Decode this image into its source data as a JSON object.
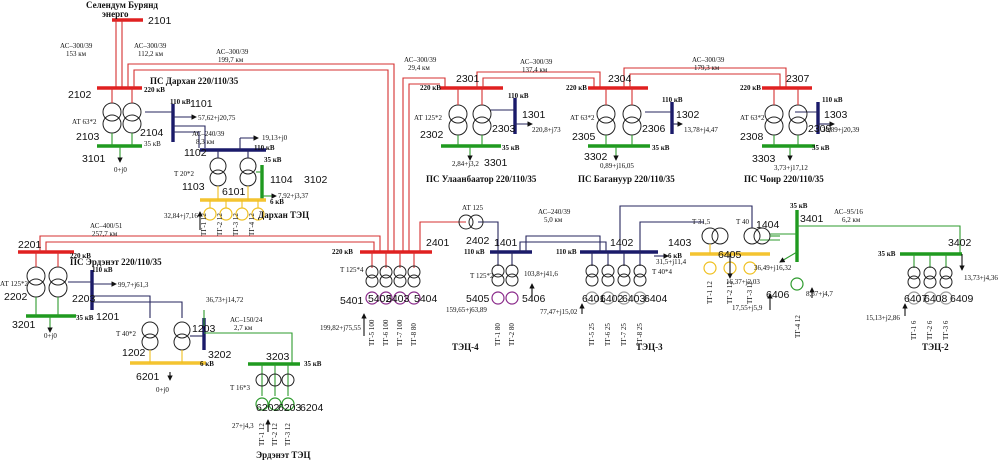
{
  "sources": {
    "selendum": "Селендум Бурянд\nэнерго",
    "selendum_line1": "Селендум Бурянд",
    "selendum_line2": "энерго"
  },
  "nodes": {
    "n2101": "2101",
    "n2102": "2102",
    "n2103": "2103",
    "n2104": "2104",
    "n1101": "1101",
    "n1102": "1102",
    "n1103": "1103",
    "n6101": "6101",
    "n1104": "1104",
    "n3101": "3101",
    "n3102": "3102",
    "n2201": "2201",
    "n2202": "2202",
    "n2203": "2203",
    "n3201": "3201",
    "n1201": "1201",
    "n1202": "1202",
    "n1203": "1203",
    "n3202": "3202",
    "n3203": "3203",
    "n6201": "6201",
    "n6202": "6202",
    "n6203": "6203",
    "n6204": "6204",
    "n2301": "2301",
    "n2302": "2302",
    "n2303": "2303",
    "n1301": "1301",
    "n3301": "3301",
    "n2304": "2304",
    "n2305": "2305",
    "n2306": "2306",
    "n1302": "1302",
    "n3302": "3302",
    "n2307": "2307",
    "n2308": "2308",
    "n2309": "2309",
    "n1303": "1303",
    "n3303": "3303",
    "n2401": "2401",
    "n2402": "2402",
    "n5401": "5401",
    "n5402": "5402",
    "n5403": "5403",
    "n5404": "5404",
    "n1401": "1401",
    "n5405": "5405",
    "n5406": "5406",
    "n1402": "1402",
    "n6401": "6401",
    "n6402": "6402",
    "n6403": "6403",
    "n6404": "6404",
    "n1403": "1403",
    "n6405": "6405",
    "n1404": "1404",
    "n6406": "6406",
    "n3401": "3401",
    "n3402": "3402",
    "n6407": "6407",
    "n6408": "6408",
    "n6409": "6409"
  },
  "stations": {
    "darkhan_ps": "ПС Дархан 220/110/35",
    "darkhan_tec": "Дархан ТЭЦ",
    "erdenet_ps": "ПС Эрдэнэт 220/110/35",
    "erdenet_tec": "Эрдэнэт ТЭЦ",
    "ulaanbaatar_ps": "ПС Улаанбаатор 220/110/35",
    "baganuur_ps": "ПС Багануур 220/110/35",
    "choir_ps": "ПС Чоир 220/110/35",
    "tec4": "ТЭЦ-4",
    "tec3": "ТЭЦ-3",
    "tec2": "ТЭЦ-2"
  },
  "voltages": {
    "kv220": "220 кВ",
    "kv110": "110 кВ",
    "kv35": "35 кВ",
    "kv6": "6 кВ"
  },
  "transformers": {
    "at63x2": "АТ 63*2",
    "at125x2": "АТ 125*2",
    "t20x2": "Т 20*2",
    "t40x2": "Т 40*2",
    "t16x3": "Т 16*3",
    "t125x4": "Т 125*4",
    "t125x2": "Т 125*2",
    "t40x4": "Т 40*4",
    "at125": "АТ 125",
    "t31_5": "Т 31,5",
    "t40": "Т 40"
  },
  "lines": {
    "l_ac300_153": "АС–300/39",
    "l_153": "153 км",
    "l_ac300_1122": "АС–300/39",
    "l_1122": "112,2 км",
    "l_ac300_1997": "АС–300/39",
    "l_1997": "199,7 км",
    "l_ac300_294": "АС–300/39",
    "l_294": "29,4 км",
    "l_ac300_1374": "АС–300/39",
    "l_1374": "137,4 км",
    "l_ac300_1793": "АС–300/39",
    "l_1793": "179,3 км",
    "l_ac240_83": "АС–240/39",
    "l_83": "8,3 км",
    "l_ac400_2577": "АС–400/51",
    "l_2577": "257,7 км",
    "l_ac150_27": "АС–150/24",
    "l_27": "2,7 км",
    "l_ac240_50": "АС–240/39",
    "l_50": "5,0 км",
    "l_ac95_62": "АС–95/16",
    "l_62": "6,2 км"
  },
  "loads": {
    "ld_5762": "57,62+j20,75",
    "ld_1913": "19,13+j0",
    "ld_0j0_a": "0+j0",
    "ld_792": "7,92+j3,37",
    "ld_3284": "32,84+j7,16",
    "ld_9977": "99,7+j61,3",
    "ld_0j0_b": "0+j0",
    "ld_3673": "36,73+j14,72",
    "ld_0j0_c": "0+j0",
    "ld_27": "27+j4,3",
    "ld_284": "2,84+j3,2",
    "ld_2208": "220,8+j73",
    "ld_089": "0,89+j16,05",
    "ld_1378": "13,78+j4,47",
    "ld_373": "3,73+j17,12",
    "ld_3089": "30,89+j20,39",
    "ld_19982": "199,82+j75,55",
    "ld_15965": "159,65+j63,89",
    "ld_1038": "103,8+j41,6",
    "ld_7747": "77,47+j15,02",
    "ld_315": "31,5+j11,4",
    "ld_1637": "16,37+j2,03",
    "ld_1755": "17,55+j5,9",
    "ld_867": "8,67+j4,7",
    "ld_3649": "36,49+j16,32",
    "ld_1513": "15,13+j2,86",
    "ld_1373": "13,73+j4,36"
  },
  "generators": {
    "tg1_12": "ТГ-1 12",
    "tg2_12": "ТГ-2 12",
    "tg3_12": "ТГ-3 12",
    "tg4_12": "ТГ-4 12",
    "e_tg1_12": "ТГ-1 12",
    "e_tg2_12": "ТГ-2 12",
    "e_tg3_12": "ТГ-3 12",
    "tg5_100": "ТГ-5 100",
    "tg6_100": "ТГ-6 100",
    "tg7_100": "ТГ-7 100",
    "tg8_80": "ТГ-8 80",
    "tg1_80": "ТГ-1 80",
    "tg2_80": "ТГ-2 80",
    "t3_tg5_25": "ТГ-5 25",
    "t3_tg6_25": "ТГ-6 25",
    "t3_tg7_25": "ТГ-7 25",
    "t3_tg8_25": "ТГ-8 25",
    "t3_tg1_12": "ТГ-1 12",
    "t3_tg2_12": "ТГ-2 12",
    "t3_tg3_12": "ТГ-3 12",
    "t3_tg4_12": "ТГ-4 12",
    "t2_tg1_6": "ТГ-1 6",
    "t2_tg2_6": "ТГ-2 6",
    "t2_tg3_6": "ТГ-3 6"
  },
  "colors": {
    "kv220": "#e02020",
    "kv110": "#1a1a6a",
    "kv35": "#1f9a1f",
    "kv6": "#f4c430",
    "gen_tec4": "#8a2a8a"
  }
}
